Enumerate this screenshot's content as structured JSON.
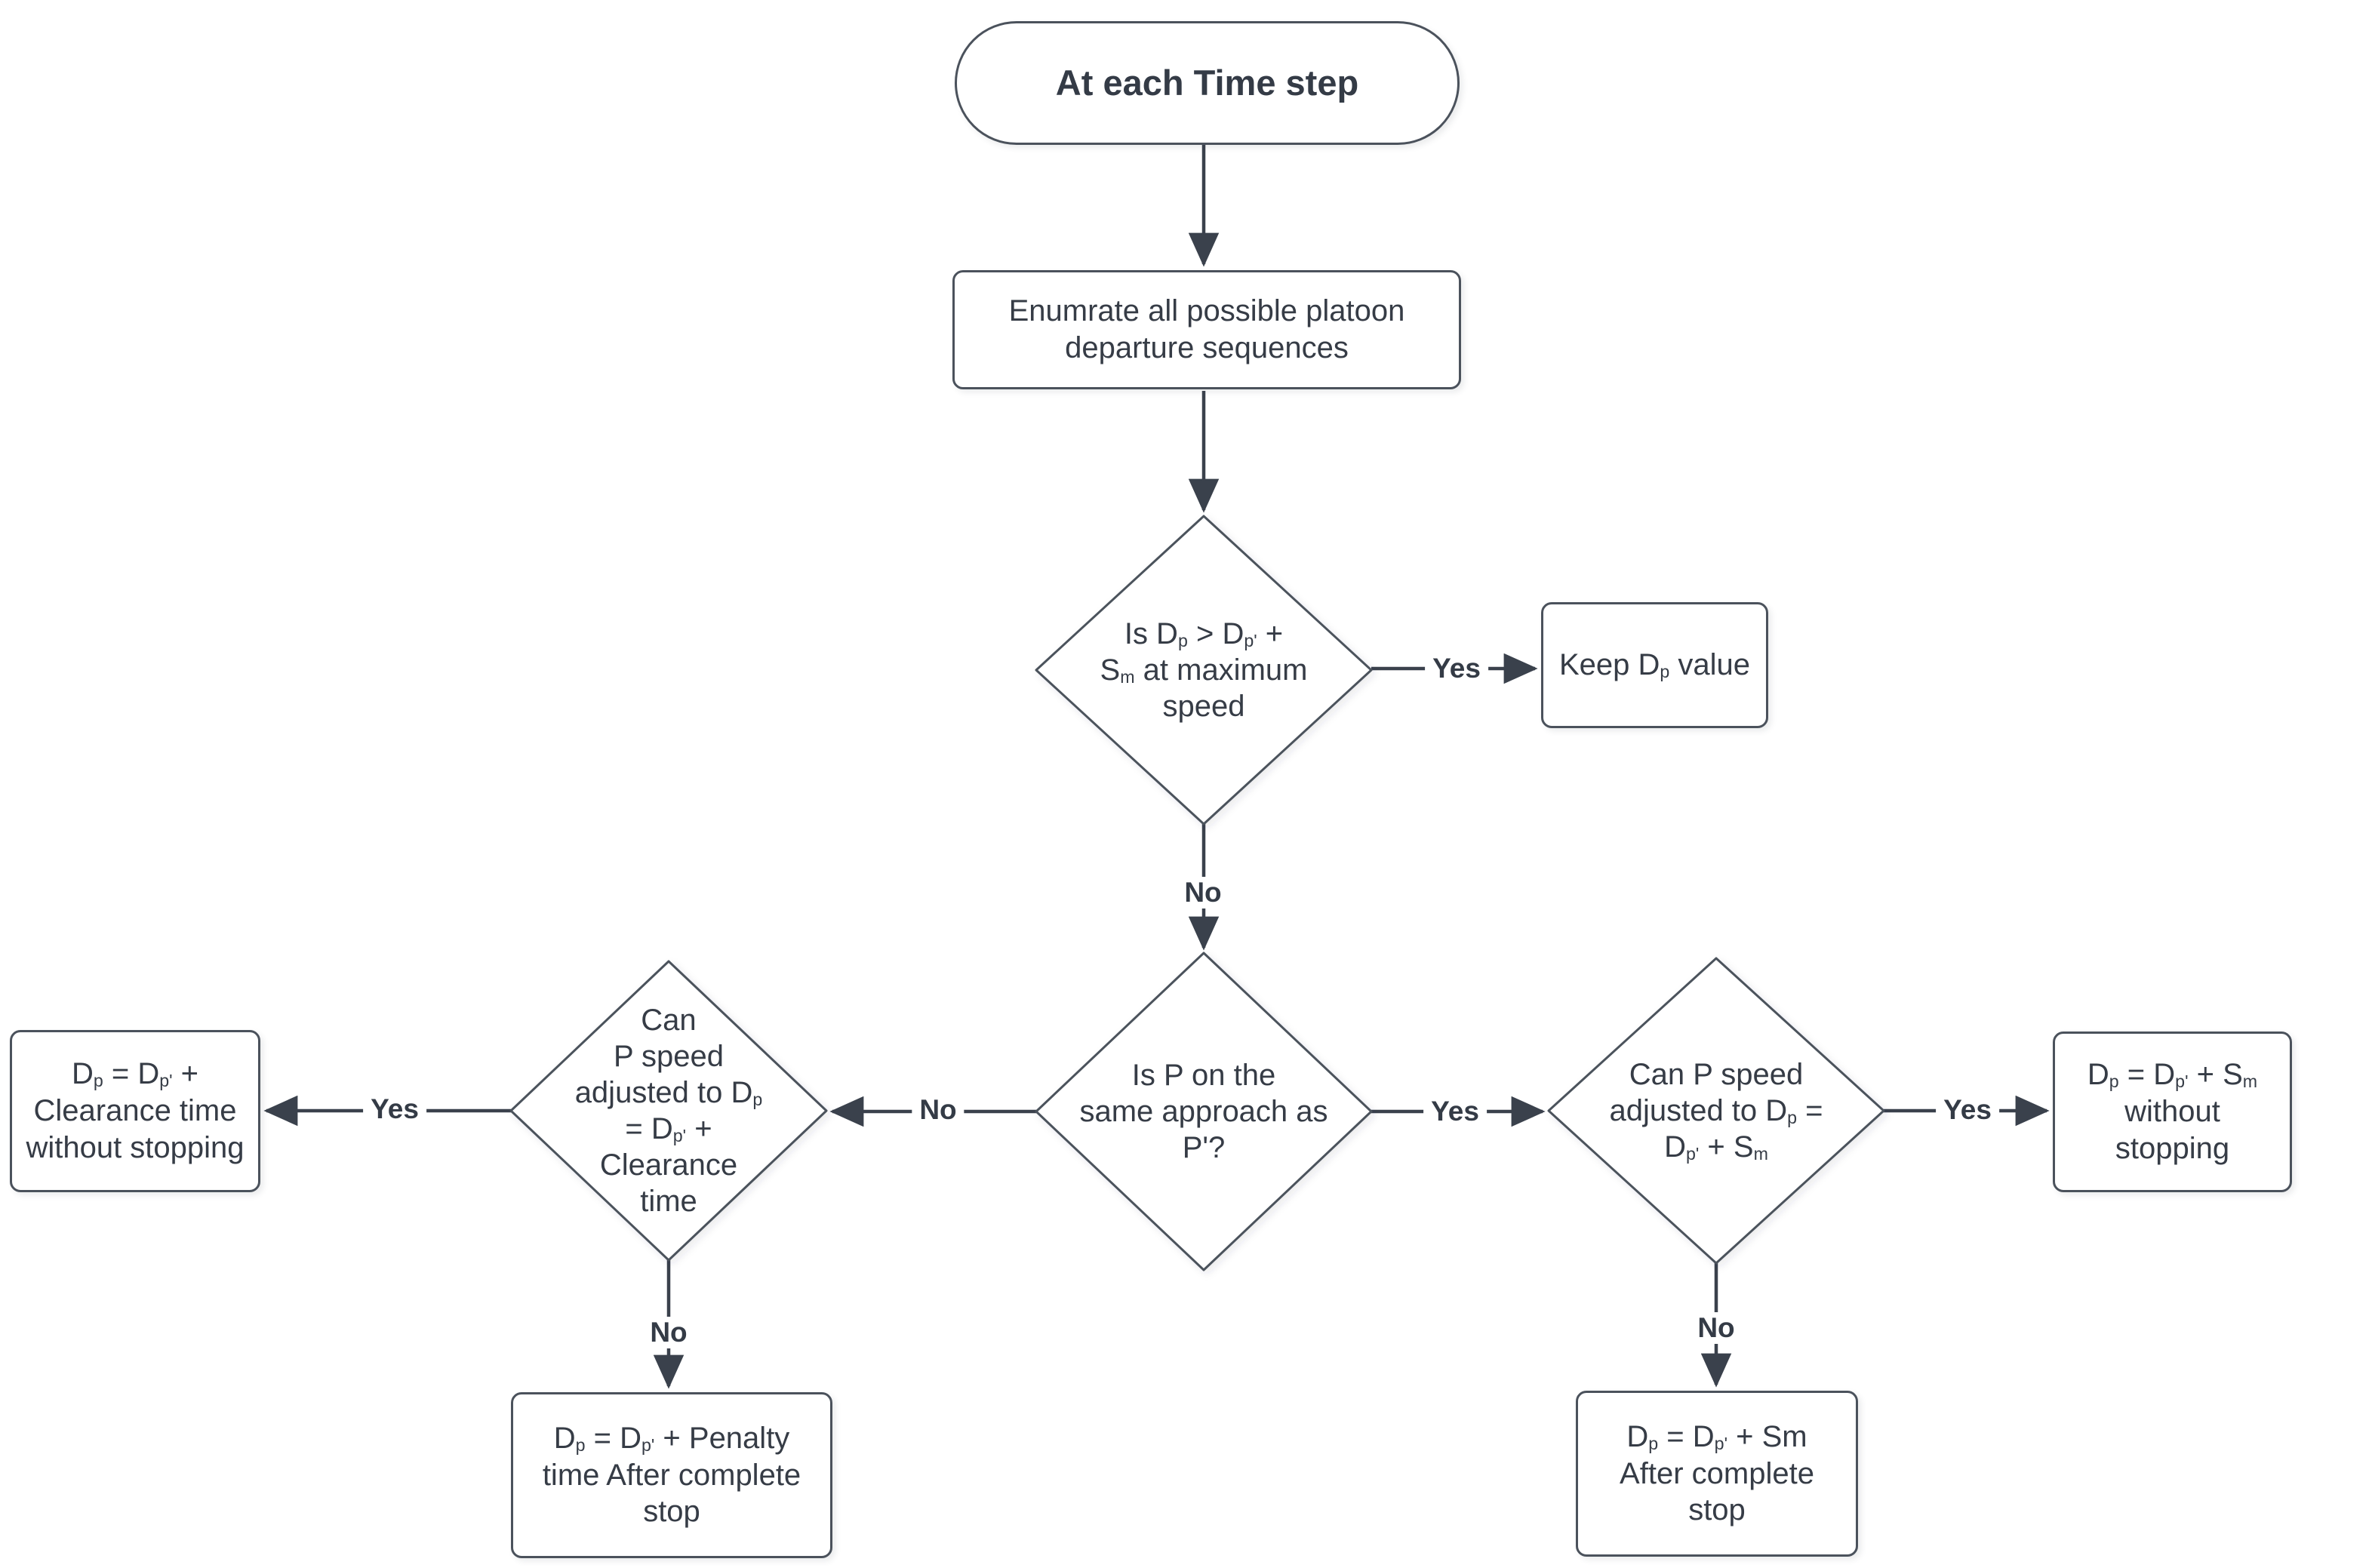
{
  "flowchart": {
    "colors": {
      "shape_border": "#4b525c",
      "arrow": "#3a414c",
      "text": "#363c46",
      "background": "#ffffff"
    },
    "start": {
      "label": "At each Time step"
    },
    "enumerate": {
      "lines": [
        [
          {
            "t": "Enumrate all possible platoon"
          }
        ],
        [
          {
            "t": "departure sequences"
          }
        ]
      ]
    },
    "decision_max_speed": {
      "lines": [
        [
          {
            "t": "Is D"
          },
          {
            "t": "p",
            "s": 1
          },
          {
            "t": " > D"
          },
          {
            "t": "p'",
            "s": 1
          },
          {
            "t": " +"
          }
        ],
        [
          {
            "t": "S"
          },
          {
            "t": "m",
            "s": 1
          },
          {
            "t": " at maximum"
          }
        ],
        [
          {
            "t": "speed"
          }
        ]
      ]
    },
    "keep_dp": {
      "lines": [
        [
          {
            "t": "Keep D"
          },
          {
            "t": "p",
            "s": 1
          },
          {
            "t": " value"
          }
        ]
      ]
    },
    "decision_same_approach": {
      "lines": [
        [
          {
            "t": "Is P on the"
          }
        ],
        [
          {
            "t": "same approach as"
          }
        ],
        [
          {
            "t": "P'?"
          }
        ]
      ]
    },
    "decision_clearance": {
      "lines": [
        [
          {
            "t": "Can"
          }
        ],
        [
          {
            "t": "P speed"
          }
        ],
        [
          {
            "t": "adjusted to D"
          },
          {
            "t": "p",
            "s": 1
          }
        ],
        [
          {
            "t": "= D"
          },
          {
            "t": "p'",
            "s": 1
          },
          {
            "t": " +"
          }
        ],
        [
          {
            "t": "Clearance"
          }
        ],
        [
          {
            "t": "time"
          }
        ]
      ]
    },
    "decision_sm": {
      "lines": [
        [
          {
            "t": "Can P speed"
          }
        ],
        [
          {
            "t": "adjusted to D"
          },
          {
            "t": "p",
            "s": 1
          },
          {
            "t": " ="
          }
        ],
        [
          {
            "t": "D"
          },
          {
            "t": "p'",
            "s": 1
          },
          {
            "t": " + S"
          },
          {
            "t": "m",
            "s": 1
          }
        ]
      ]
    },
    "result_clearance_no_stop": {
      "lines": [
        [
          {
            "t": "D"
          },
          {
            "t": "p",
            "s": 1
          },
          {
            "t": " = D"
          },
          {
            "t": "p'",
            "s": 1
          },
          {
            "t": " +"
          }
        ],
        [
          {
            "t": "Clearance time"
          }
        ],
        [
          {
            "t": "without stopping"
          }
        ]
      ]
    },
    "result_sm_no_stop": {
      "lines": [
        [
          {
            "t": "D"
          },
          {
            "t": "p",
            "s": 1
          },
          {
            "t": " = D"
          },
          {
            "t": "p'",
            "s": 1
          },
          {
            "t": " + S"
          },
          {
            "t": "m",
            "s": 1
          }
        ],
        [
          {
            "t": "without"
          }
        ],
        [
          {
            "t": "stopping"
          }
        ]
      ]
    },
    "result_penalty_stop": {
      "lines": [
        [
          {
            "t": "D"
          },
          {
            "t": "p",
            "s": 1
          },
          {
            "t": " = D"
          },
          {
            "t": "p'",
            "s": 1
          },
          {
            "t": " + Penalty"
          }
        ],
        [
          {
            "t": "time After complete"
          }
        ],
        [
          {
            "t": "stop"
          }
        ]
      ]
    },
    "result_sm_stop": {
      "lines": [
        [
          {
            "t": "D"
          },
          {
            "t": "p",
            "s": 1
          },
          {
            "t": " = D"
          },
          {
            "t": "p'",
            "s": 1
          },
          {
            "t": " + Sm"
          }
        ],
        [
          {
            "t": "After complete"
          }
        ],
        [
          {
            "t": "stop"
          }
        ]
      ]
    },
    "labels": {
      "yes": "Yes",
      "no": "No"
    }
  }
}
